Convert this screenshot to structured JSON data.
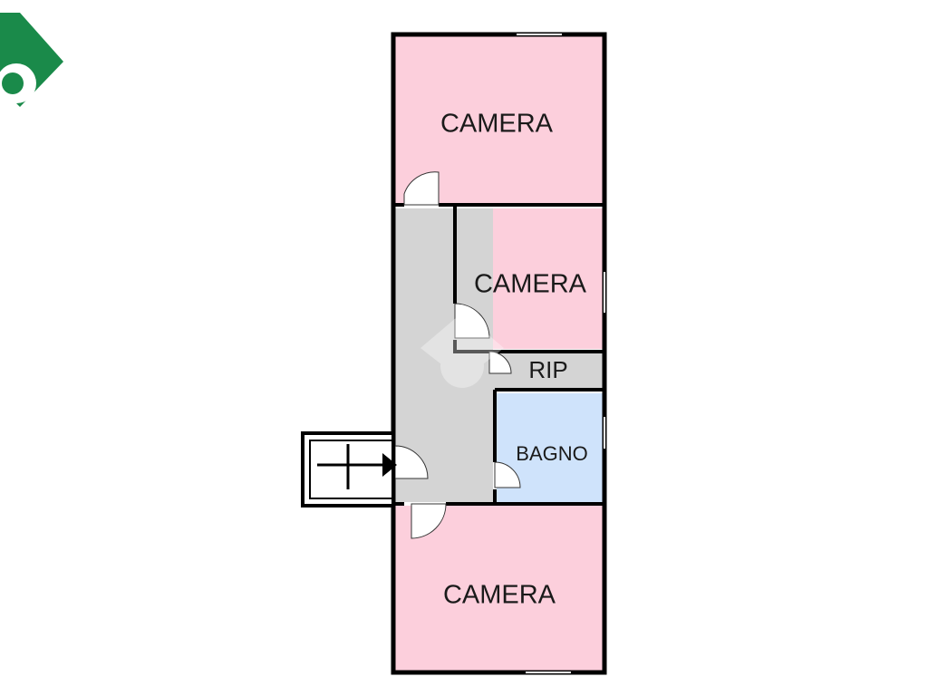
{
  "rooms": {
    "camera_top": {
      "label": "CAMERA",
      "color": "#fccfdc"
    },
    "camera_mid": {
      "label": "CAMERA",
      "color": "#fccfdc"
    },
    "ripostiglio": {
      "label": "RIP",
      "color": "#d4d4d4"
    },
    "bagno": {
      "label": "BAGNO",
      "color": "#cfe3fb"
    },
    "camera_bottom": {
      "label": "CAMERA",
      "color": "#fccfdc"
    },
    "corridoio": {
      "color": "#d4d4d4"
    }
  },
  "colors": {
    "wall": "#000000",
    "logo": "#1a8a4a",
    "door": "#ffffff"
  },
  "icons": {
    "logo": "brand-logo-icon",
    "entrance": "entrance-arrow-icon"
  }
}
